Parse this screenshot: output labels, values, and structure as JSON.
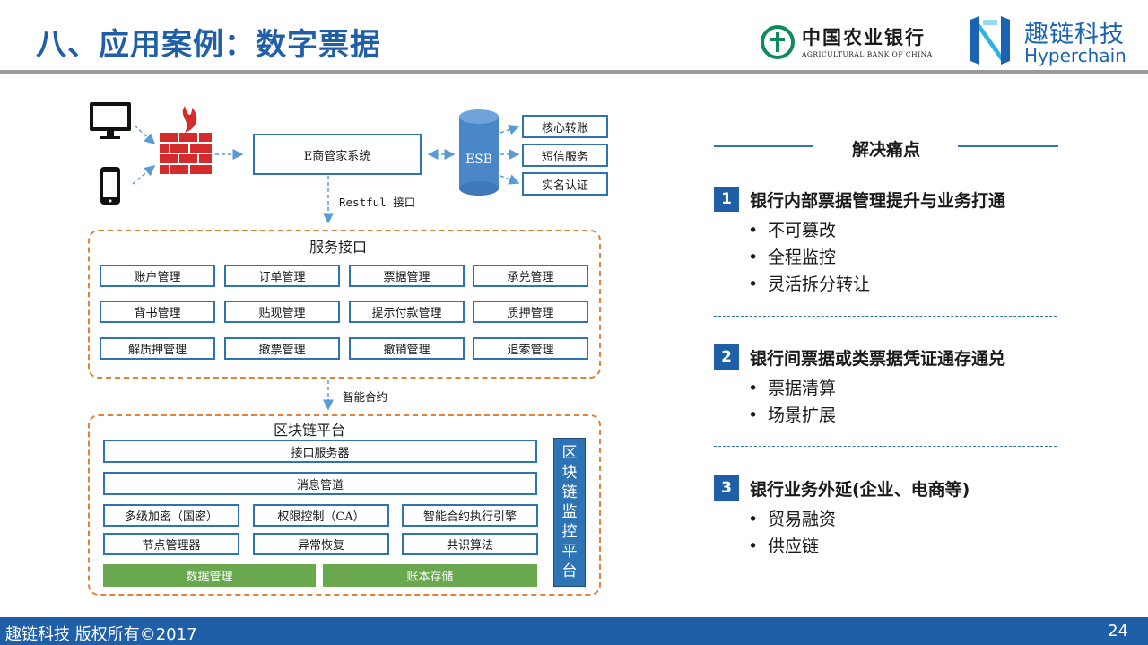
{
  "header": {
    "title": "八、应用案例：数字票据",
    "abc_logo": {
      "name_cn": "中国农业银行",
      "name_en": "AGRICULTURAL BANK OF CHINA",
      "color": "#0e8a5c"
    },
    "hyperchain_logo": {
      "name_cn": "趣链科技",
      "name_en": "Hyperchain",
      "color": "#1a63b0"
    }
  },
  "diagram": {
    "entry_icons": [
      "monitor-icon",
      "phone-icon",
      "firewall-icon"
    ],
    "emall_system": "E商管家系统",
    "esb": "ESB",
    "esb_services": [
      "核心转账",
      "短信服务",
      "实名认证"
    ],
    "restful_label": "Restful 接口",
    "service_interface": {
      "title": "服务接口",
      "rows": [
        [
          "账户管理",
          "订单管理",
          "票据管理",
          "承兑管理"
        ],
        [
          "背书管理",
          "贴现管理",
          "提示付款管理",
          "质押管理"
        ],
        [
          "解质押管理",
          "撤票管理",
          "撤销管理",
          "追索管理"
        ]
      ]
    },
    "smart_contract_label": "智能合约",
    "blockchain_platform": {
      "title": "区块链平台",
      "interface_server": "接口服务器",
      "message_pipe": "消息管道",
      "row1": [
        "多级加密（国密）",
        "权限控制（CA）",
        "智能合约执行引擎"
      ],
      "row2": [
        "节点管理器",
        "异常恢复",
        "共识算法"
      ],
      "storage": [
        "数据管理",
        "账本存储"
      ],
      "monitor_chars": [
        "区",
        "块",
        "链",
        "监",
        "控",
        "平",
        "台"
      ]
    },
    "colors": {
      "accent_blue": "#2e74b5",
      "dashed_orange": "#e2813b",
      "firewall_red": "#d62b2b",
      "storage_green": "#6aa84f"
    }
  },
  "panel": {
    "title": "解决痛点",
    "points": [
      {
        "number": "1",
        "title": "银行内部票据管理提升与业务打通",
        "bullets": [
          "不可篡改",
          "全程监控",
          "灵活拆分转让"
        ]
      },
      {
        "number": "2",
        "title": "银行间票据或类票据凭证通存通兑",
        "bullets": [
          "票据清算",
          "场景扩展"
        ]
      },
      {
        "number": "3",
        "title": "银行业务外延(企业、电商等)",
        "bullets": [
          "贸易融资",
          "供应链"
        ]
      }
    ]
  },
  "footer": {
    "copyright": "趣链科技 版权所有©2017",
    "page": "24"
  }
}
